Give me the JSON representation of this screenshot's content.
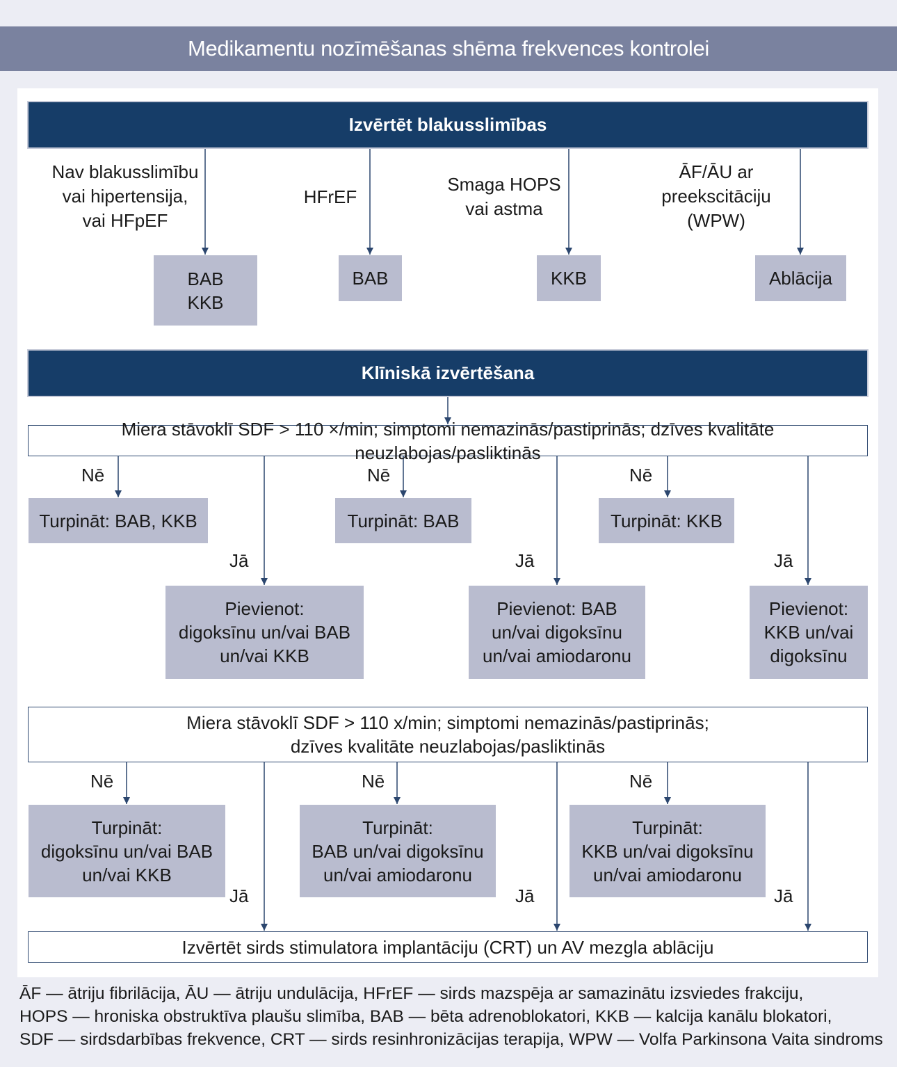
{
  "title": "Medikamentu nozīmēšanas shēma frekvences kontrolei",
  "section1": {
    "header": "Izvērtēt blakusslimības",
    "conditions": [
      "Nav blakusslimību\nvai hipertensija,\nvai HFpEF",
      "HFrEF",
      "Smaga HOPS\nvai astma",
      "ĀF/ĀU ar\npreekscitāciju\n(WPW)"
    ],
    "results": [
      "BAB\nKKB",
      "BAB",
      "KKB",
      "Ablācija"
    ]
  },
  "section2": {
    "header": "Klīniskā izvērtēšana",
    "question1": "Miera stāvoklī SDF > 110 ×/min; simptomi nemazinās/pastiprinās; dzīves kvalitāte neuzlabojas/pasliktinās",
    "no_label": "Nē",
    "yes_label": "Jā",
    "continue1": [
      "Turpināt: BAB, KKB",
      "Turpināt: BAB",
      "Turpināt: KKB"
    ],
    "add": [
      "Pievienot:\ndigoksīnu un/vai BAB\nun/vai KKB",
      "Pievienot: BAB\nun/vai digoksīnu\nun/vai amiodaronu",
      "Pievienot:\nKKB un/vai\ndigoksīnu"
    ],
    "question2": "Miera stāvoklī SDF > 110 x/min; simptomi nemazinās/pastiprinās;\ndzīves kvalitāte neuzlabojas/pasliktinās",
    "continue2": [
      "Turpināt:\ndigoksīnu un/vai BAB\nun/vai KKB",
      "Turpināt:\nBAB un/vai digoksīnu\nun/vai amiodaronu",
      "Turpināt:\nKKB un/vai digoksīnu\nun/vai amiodaronu"
    ],
    "final": "Izvērtēt sirds stimulatora implantāciju (CRT) un AV mezgla ablāciju"
  },
  "legend": "ĀF — ātriju fibrilācija, ĀU — ātriju undulācija, HFrEF — sirds mazspēja ar samazinātu izsviedes frakciju,\nHOPS — hroniska obstruktīva plaušu slimība, BAB — bēta adrenoblokatori, KKB — kalcija kanālu blokatori,\nSDF — sirdsdarbības frekvence, CRT — sirds resinhronizācijas terapija, WPW — Volfa Parkinsona Vaita sindroms",
  "colors": {
    "title_bar": "#7a829f",
    "header": "#163d68",
    "box_fill": "#b9bccf",
    "line": "#2b466e",
    "background": "#ecedf4"
  }
}
